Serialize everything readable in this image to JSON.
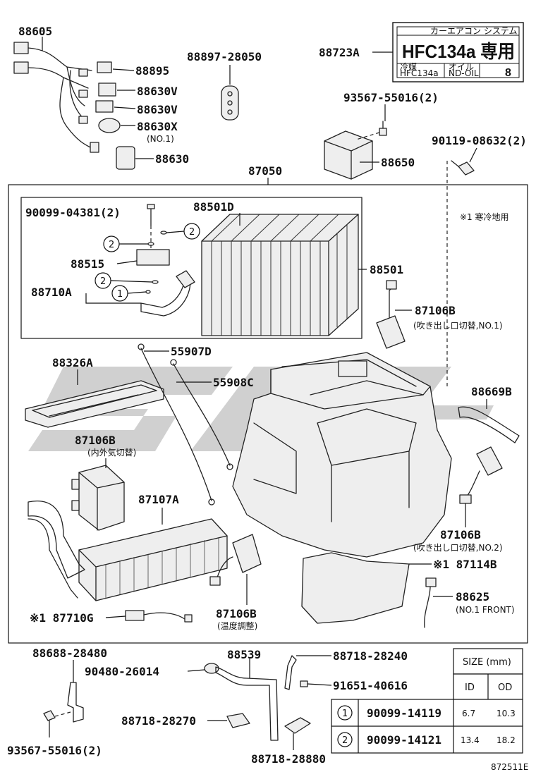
{
  "labels": {
    "p88605": "88605",
    "p88895": "88895",
    "p88630v_a": "88630V",
    "p88630v_b": "88630V",
    "p88630x": "88630X",
    "p88630x_note": "(NO.1)",
    "p88630": "88630",
    "p88897": "88897-28050",
    "p88723a": "88723A",
    "p93567_top": "93567-55016(2)",
    "p88650": "88650",
    "p90119": "90119-08632(2)",
    "p87050": "87050",
    "p90099_04381": "90099-04381(2)",
    "p88501d": "88501D",
    "p88515": "88515",
    "p88710a": "88710A",
    "p88501": "88501",
    "p87106b_1": "87106B",
    "p87106b_1_note": "(吹き出し口切替,NO.1)",
    "p55907d": "55907D",
    "p55908c": "55908C",
    "p88326a": "88326A",
    "p88669b": "88669B",
    "p87106b_2": "87106B",
    "p87106b_2_note": "(内外気切替)",
    "p87107a": "87107A",
    "p87106b_3": "87106B",
    "p87106b_3_note": "(吹き出し口切替,NO.2)",
    "p87114b": "※1 87114B",
    "p88625": "88625",
    "p88625_note": "(NO.1 FRONT)",
    "p87710g": "※1 87710G",
    "p87106b_4": "87106B",
    "p87106b_4_note": "(温度調整)",
    "p88688": "88688-28480",
    "p90480": "90480-26014",
    "p88539": "88539",
    "p88718_28240": "88718-28240",
    "p91651": "91651-40616",
    "p88718_28270": "88718-28270",
    "p93567_bottom": "93567-55016(2)",
    "p88718_28880": "88718-28880",
    "note_cold": "※1 寒冷地用",
    "callout_1": "1",
    "callout_2": "2",
    "figure_code": "872511E"
  },
  "hfc_label": {
    "header": "カーエアコン システム",
    "main": "HFC134a 専用",
    "left_top": "冷媒",
    "left_bottom": "HFC134a",
    "mid_top": "オイル",
    "mid_bottom": "ND-OIL",
    "number": "8"
  },
  "size_table": {
    "title": "SIZE (mm)",
    "col_id": "ID",
    "col_od": "OD",
    "rows": [
      {
        "ref": "1",
        "part": "90099-14119",
        "id": "6.7",
        "od": "10.3"
      },
      {
        "ref": "2",
        "part": "90099-14121",
        "id": "13.4",
        "od": "18.2"
      }
    ]
  }
}
